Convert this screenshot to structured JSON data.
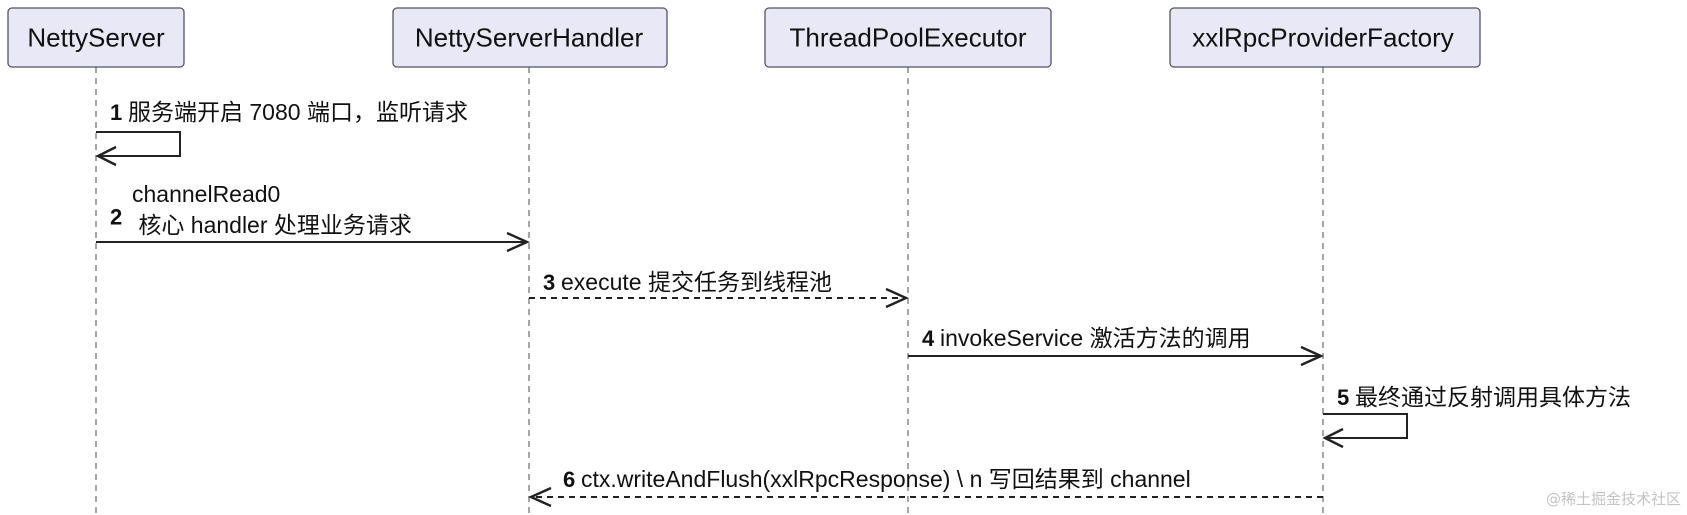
{
  "participants": [
    {
      "name": "NettyServer"
    },
    {
      "name": "NettyServerHandler"
    },
    {
      "name": "ThreadPoolExecutor"
    },
    {
      "name": "xxlRpcProviderFactory"
    }
  ],
  "messages": [
    {
      "num": "1",
      "from": 0,
      "to": 0,
      "self": true,
      "style": "solid",
      "lines": [
        "服务端开启 7080 端口，监听请求"
      ]
    },
    {
      "num": "2",
      "from": 0,
      "to": 1,
      "self": false,
      "style": "solid",
      "lines": [
        "channelRead0",
        " 核心 handler 处理业务请求"
      ]
    },
    {
      "num": "3",
      "from": 1,
      "to": 2,
      "self": false,
      "style": "dashed",
      "lines": [
        "execute 提交任务到线程池"
      ]
    },
    {
      "num": "4",
      "from": 2,
      "to": 3,
      "self": false,
      "style": "solid",
      "lines": [
        "invokeService 激活方法的调用"
      ]
    },
    {
      "num": "5",
      "from": 3,
      "to": 3,
      "self": true,
      "style": "solid",
      "lines": [
        "最终通过反射调用具体方法"
      ]
    },
    {
      "num": "6",
      "from": 3,
      "to": 1,
      "self": false,
      "style": "dashed",
      "lines": [
        "ctx.writeAndFlush(xxlRpcResponse) \\ n 写回结果到 channel"
      ]
    }
  ],
  "watermark": "@稀土掘金技术社区"
}
